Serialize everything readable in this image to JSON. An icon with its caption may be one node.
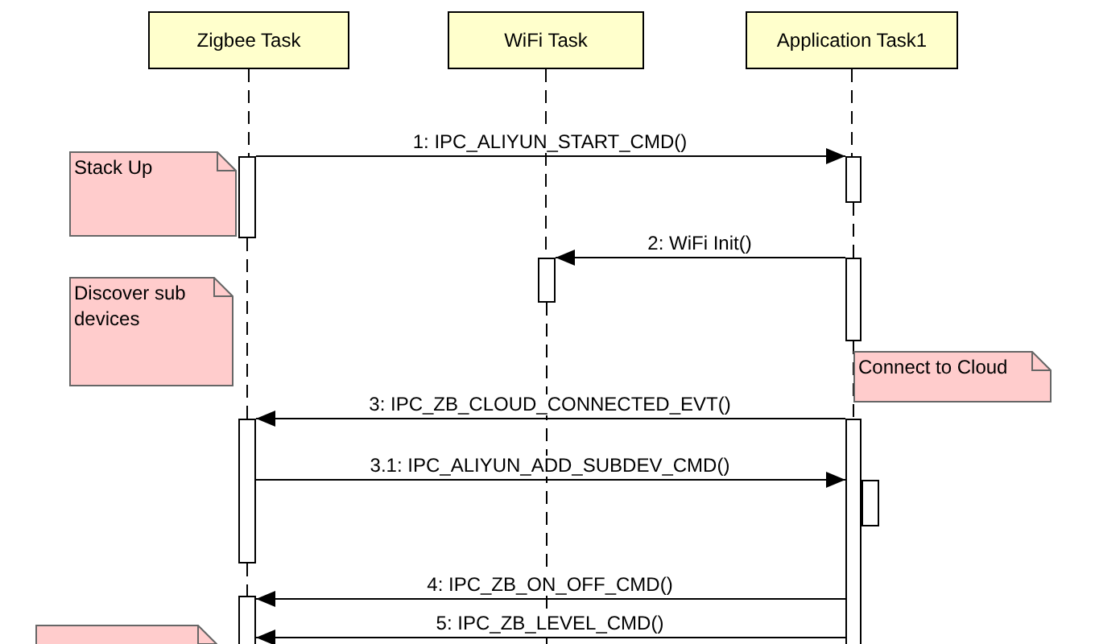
{
  "diagram": {
    "nodes": [
      {
        "text": [
          "Zigbee Task"
        ]
      },
      {
        "text": [
          "WiFi Task"
        ]
      },
      {
        "text": [
          "Application Task1"
        ]
      },
      {
        "text": [],
        "shape": "bar"
      },
      {
        "text": [],
        "shape": "bar"
      },
      {
        "text": [],
        "shape": "bar"
      },
      {
        "text": [],
        "shape": "bar"
      },
      {
        "text": [],
        "shape": "bar"
      },
      {
        "text": [],
        "shape": "bar"
      },
      {
        "text": [],
        "shape": "bar"
      },
      {
        "text": [],
        "shape": "bar"
      },
      {
        "text": [
          "Stack Up"
        ]
      },
      {
        "text": [
          "Discover sub devices"
        ]
      },
      {
        "text": [
          "Connect to Cloud"
        ]
      },
      {
        "text": [],
        "shape": "box"
      }
    ],
    "edges": [
      {
        "from": 3,
        "to": 4,
        "arrow": "to",
        "label": "1: IPC_ALIYUN_START_CMD()"
      },
      {
        "from": 6,
        "to": 5,
        "arrow": "to",
        "label": "2: WiFi Init()"
      },
      {
        "from": 8,
        "to": 7,
        "arrow": "to",
        "label": "3: IPC_ZB_CLOUD_CONNECTED_EVT()"
      },
      {
        "from": 7,
        "to": 8,
        "arrow": "to",
        "label": "3.1: IPC_ALIYUN_ADD_SUBDEV_CMD()"
      },
      {
        "from": 8,
        "to": 10,
        "arrow": "to",
        "label": "4: IPC_ZB_ON_OFF_CMD()"
      },
      {
        "from": 8,
        "to": 10,
        "arrow": "to",
        "label": "5: IPC_ZB_LEVEL_CMD()"
      },
      {
        "from": 0,
        "to": 3,
        "arrow": "none",
        "style": "dashed"
      },
      {
        "from": 3,
        "to": 7,
        "arrow": "none",
        "style": "dashed"
      },
      {
        "from": 7,
        "to": 10,
        "arrow": "none",
        "style": "dashed"
      },
      {
        "from": 1,
        "to": 5,
        "arrow": "none",
        "style": "dashed"
      },
      {
        "from": 5,
        "to": null,
        "arrow": "none",
        "style": "dashed"
      },
      {
        "from": 2,
        "to": 4,
        "arrow": "none",
        "style": "dashed"
      },
      {
        "from": 4,
        "to": 6,
        "arrow": "none",
        "style": "dashed"
      },
      {
        "from": 6,
        "to": 8,
        "arrow": "none",
        "style": "dashed"
      }
    ]
  }
}
